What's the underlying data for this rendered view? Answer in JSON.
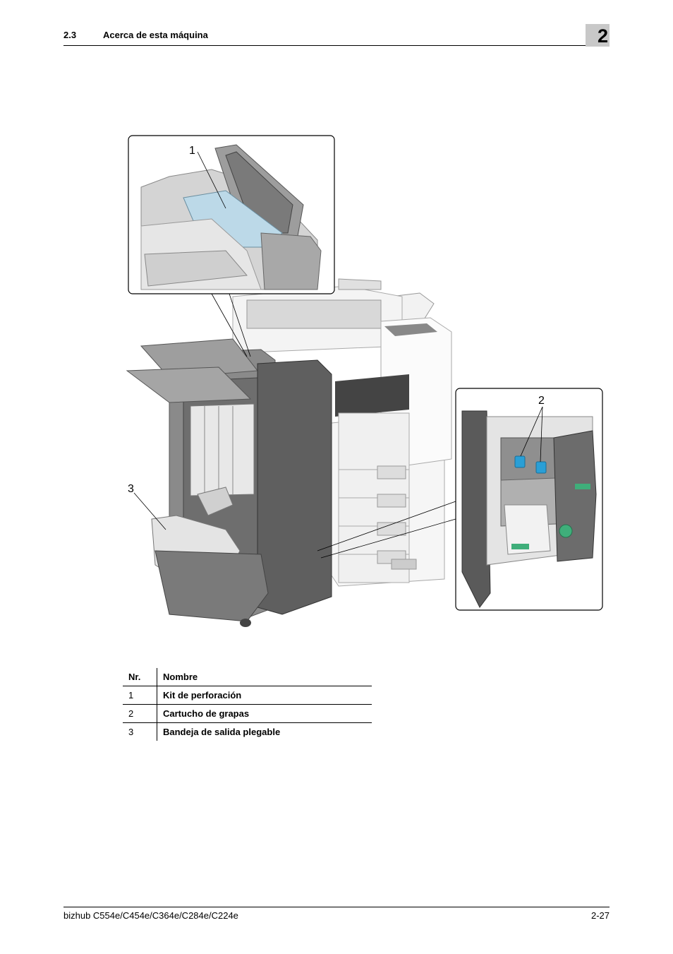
{
  "header": {
    "section_number": "2.3",
    "section_title": "Acerca de esta máquina",
    "chapter": "2"
  },
  "figure": {
    "callouts": [
      "1",
      "2",
      "3"
    ]
  },
  "table": {
    "headers": {
      "num": "Nr.",
      "name": "Nombre"
    },
    "rows": [
      {
        "num": "1",
        "name": "Kit de perforación"
      },
      {
        "num": "2",
        "name": "Cartucho de grapas"
      },
      {
        "num": "3",
        "name": "Bandeja de salida plegable"
      }
    ]
  },
  "footer": {
    "model": "bizhub C554e/C454e/C364e/C284e/C224e",
    "page": "2-27"
  }
}
